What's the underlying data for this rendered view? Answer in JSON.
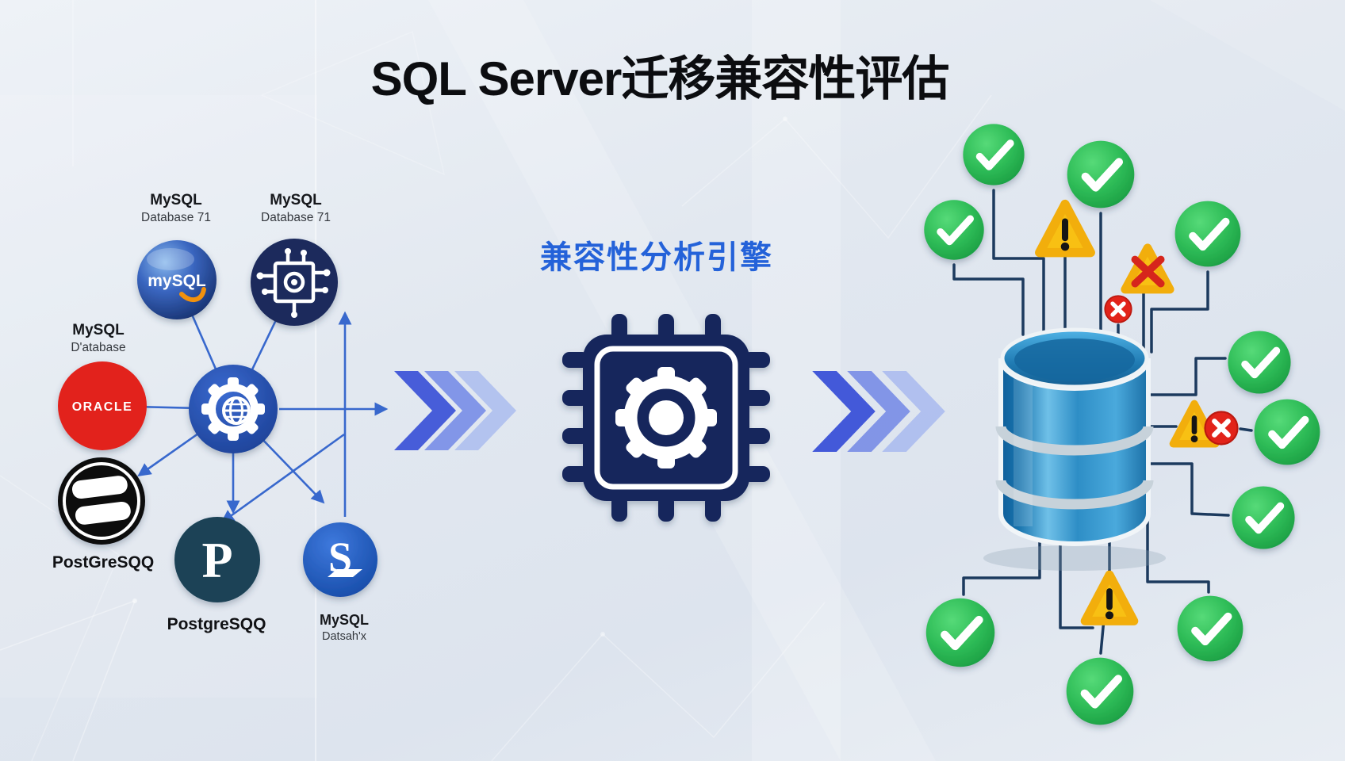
{
  "title": "SQL Server迁移兼容性评估",
  "engine": {
    "label": "兼容性分析引擎"
  },
  "sources": {
    "mysql_top": {
      "name": "MySQL",
      "sub": "Database 71",
      "logo": "mySQL"
    },
    "mysql_circuit": {
      "name": "MySQL",
      "sub": "Database 71"
    },
    "mysql_oracle": {
      "name": "MySQL",
      "sub": "D'atabase",
      "logo": "ORACLE"
    },
    "black_db": {
      "name": "PostGreSQQ"
    },
    "postgres": {
      "name": "PostgreSQQ",
      "logo": "P"
    },
    "sql_scroll": {
      "name": "MySQL",
      "sub": "Datsah'x",
      "logo": "S"
    }
  },
  "results": {
    "summary": {
      "pass_icons": 10,
      "warning_icons": 3,
      "error_icons": 2,
      "warning_error_icons": 1
    }
  },
  "icons": {
    "check": "green circle with white checkmark",
    "warning": "yellow triangle with black exclamation",
    "error": "red circle with white X",
    "warning_error": "yellow triangle with red X",
    "engine": "navy chip with white gear",
    "target": "blue 3D database cylinder",
    "flow": "blue double chevron arrows"
  },
  "colors": {
    "accent_blue": "#2462d9",
    "line_blue": "#2f62cc",
    "connector_navy": "#1c3a5e",
    "check_green": "#2fbd58",
    "warning_yellow": "#f7ba10",
    "error_red": "#e2231a",
    "chip_navy": "#16265c",
    "cylinder_blue": "#2e8ec6",
    "title_black": "#0c0d10"
  }
}
